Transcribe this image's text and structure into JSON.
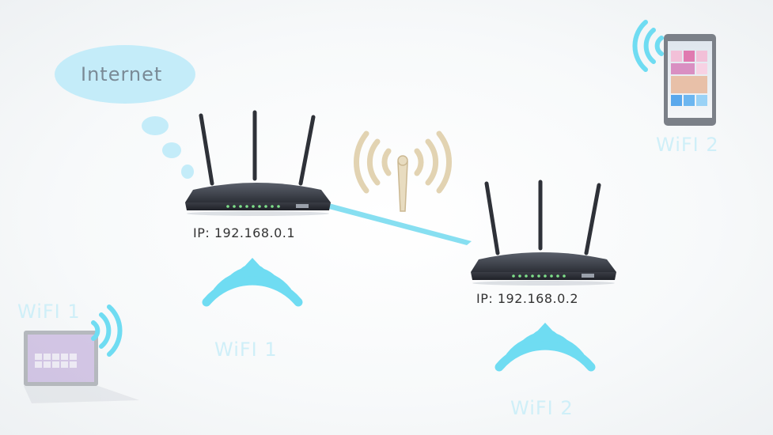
{
  "labels": {
    "internet": "Internet",
    "router1_ip": "IP: 192.168.0.1",
    "router2_ip": "IP: 192.168.0.2",
    "wifi1_router": "WiFI 1",
    "wifi1_laptop": "WiFI 1",
    "wifi2_router": "WiFI 2",
    "wifi2_phone": "WiFI 2"
  },
  "colors": {
    "accent": "#5fd6f0",
    "wifi_arcs": "#6fdcf2",
    "cloud": "#bfeaf8",
    "router_body": "#3b3f4a",
    "router_leds": "#7ee08a",
    "antenna_icon": "#d8c39a"
  },
  "icons": [
    "cloud-icon",
    "router-icon",
    "antenna-icon",
    "wifi-icon",
    "laptop-icon",
    "smartphone-icon"
  ]
}
